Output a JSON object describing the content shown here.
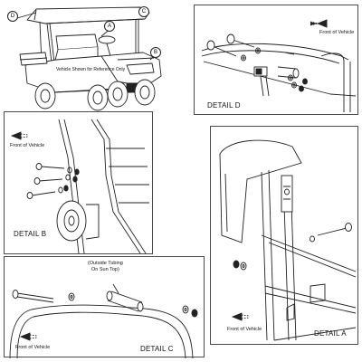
{
  "overview": {
    "note": "Vehicle Shown for Reference Only",
    "callouts": {
      "a": "A",
      "b": "B",
      "c": "C",
      "d": "D"
    }
  },
  "detail_d": {
    "title": "DETAIL D",
    "direction": "Front of Vehicle"
  },
  "detail_b": {
    "title": "DETAIL B",
    "direction": "Front of Vehicle"
  },
  "detail_a": {
    "title": "DETAIL A",
    "direction": "Front of Vehicle"
  },
  "detail_c": {
    "title": "DETAIL C",
    "direction": "Front of Vehicle",
    "note_line1": "(Outside Tubing",
    "note_line2": "On Sun Top)"
  },
  "icons": {
    "direction_arrow": "front-direction-arrow-icon"
  }
}
